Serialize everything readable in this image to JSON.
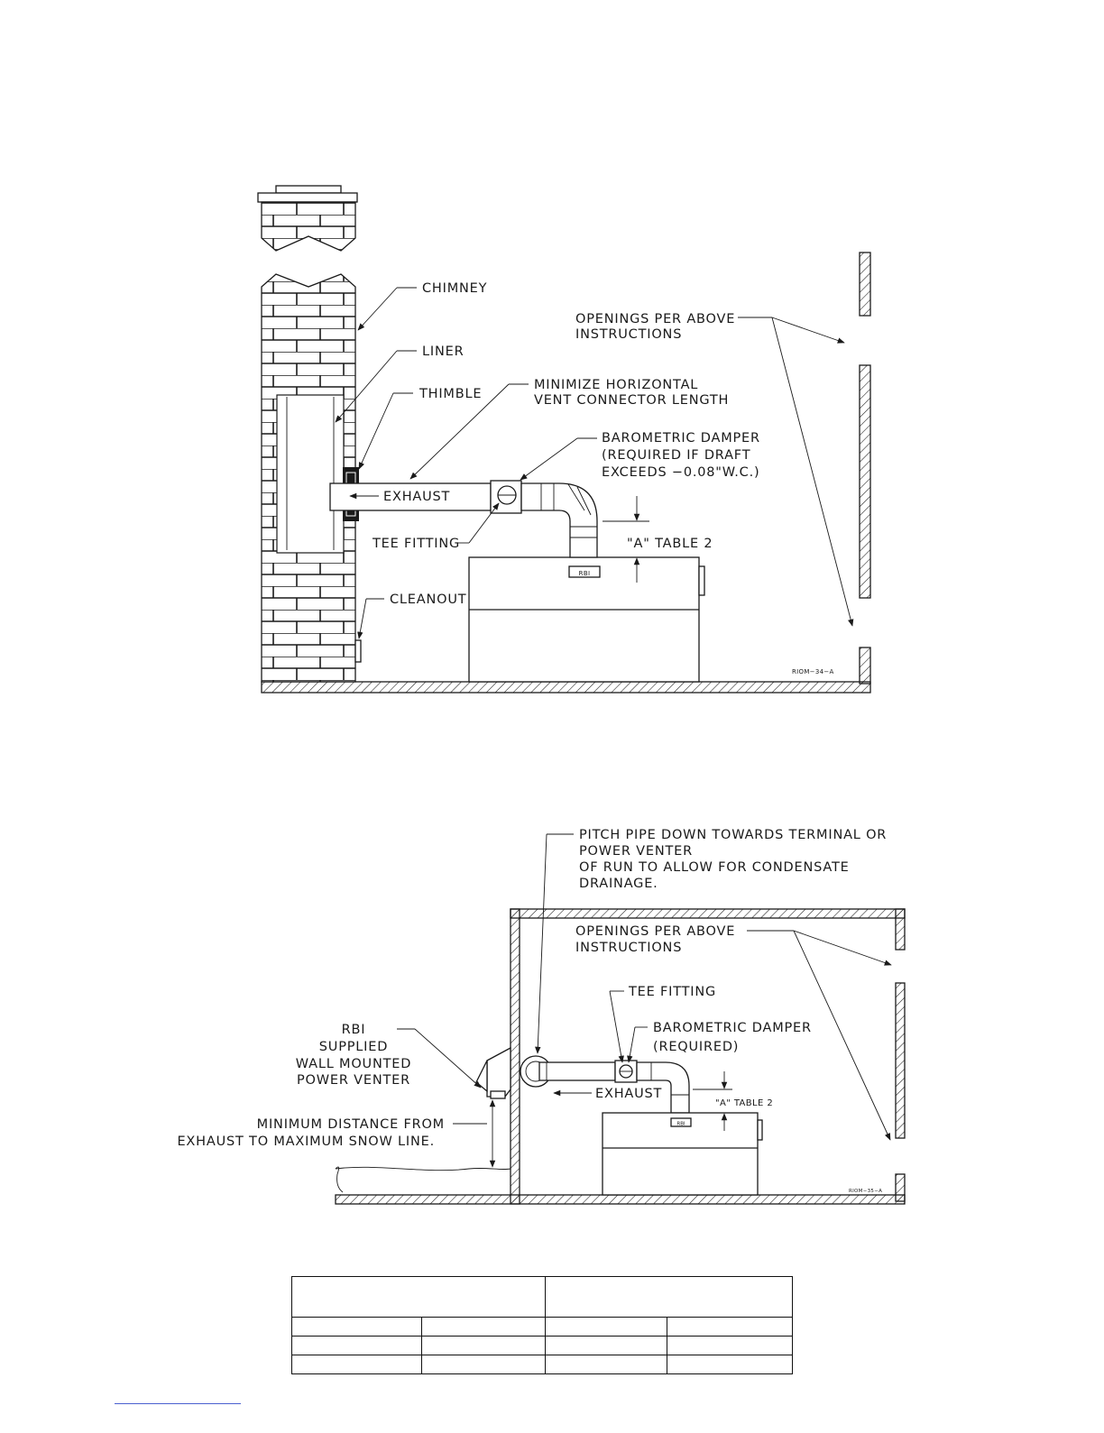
{
  "figure_1": {
    "chimney": "CHIMNEY",
    "liner": "LINER",
    "thimble": "THIMBLE",
    "minimize_line1": "MINIMIZE HORIZONTAL",
    "minimize_line2": "VENT CONNECTOR LENGTH",
    "openings_line1": "OPENINGS PER ABOVE",
    "openings_line2": "INSTRUCTIONS",
    "damper_line1": "BAROMETRIC DAMPER",
    "damper_line2": "(REQUIRED IF DRAFT",
    "damper_line3": "EXCEEDS −0.08\"W.C.)",
    "exhaust": "EXHAUST",
    "tee_fitting": "TEE FITTING",
    "a_table": "\"A\" TABLE 2",
    "cleanout": "CLEANOUT",
    "badge": "RBI",
    "drawing_id": "RIOM−34−A"
  },
  "figure_2": {
    "pitch_line1": "PITCH PIPE DOWN TOWARDS TERMINAL OR",
    "pitch_line2": "POWER VENTER",
    "pitch_line3": "OF RUN TO ALLOW FOR CONDENSATE",
    "pitch_line4": "DRAINAGE.",
    "openings_line1": "OPENINGS PER ABOVE",
    "openings_line2": "INSTRUCTIONS",
    "tee_fitting": "TEE FITTING",
    "damper_line1": "BAROMETRIC DAMPER",
    "damper_line2": "(REQUIRED)",
    "venter_line1": "RBI",
    "venter_line2": "SUPPLIED",
    "venter_line3": "WALL MOUNTED",
    "venter_line4": "POWER VENTER",
    "exhaust": "EXHAUST",
    "a_table": "\"A\" TABLE 2",
    "min_line1": "MINIMUM DISTANCE FROM",
    "min_line2": "EXHAUST TO MAXIMUM SNOW LINE.",
    "badge": "RBI",
    "drawing_id": "RIOM−35−A"
  },
  "table": {
    "header": [
      "",
      ""
    ],
    "subheader": [
      "",
      "",
      "",
      ""
    ],
    "rows": [
      [
        "",
        "",
        "",
        ""
      ],
      [
        "",
        "",
        "",
        ""
      ]
    ]
  }
}
